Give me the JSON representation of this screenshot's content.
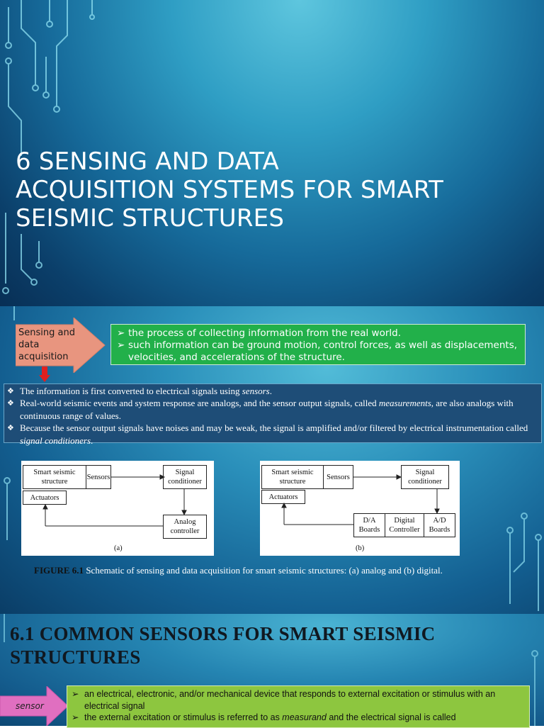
{
  "slide1": {
    "title_line1": "6 SENSING AND DATA",
    "title_line2": "ACQUISITION SYSTEMS FOR SMART",
    "title_line3": "SEISMIC STRUCTURES"
  },
  "slide2": {
    "label": "Sensing and data acquisition",
    "green_items": [
      "the process of collecting information from the real world.",
      "such information can be ground motion, control forces, as well as displacements, velocities, and accelerations of the structure."
    ],
    "blue_items": [
      {
        "pre": "The information is first converted to electrical signals using ",
        "em": "sensors",
        "post": "."
      },
      {
        "pre": "Real-world seismic events and system response are analogs, and the sensor output signals, called ",
        "em": "measurements",
        "post": ", are also analogs with continuous range of values."
      },
      {
        "pre": "Because the sensor output signals have noises and may be weak, the signal is amplified and/or filtered by electrical instrumentation called ",
        "em": "signal conditioners",
        "post": "."
      }
    ],
    "fig_a": {
      "structure": "Smart seismic structure",
      "sensors": "Sensors",
      "signal_conditioner": "Signal conditioner",
      "actuators": "Actuators",
      "controller": "Analog controller",
      "label": "(a)"
    },
    "fig_b": {
      "structure": "Smart seismic structure",
      "sensors": "Sensors",
      "signal_conditioner": "Signal conditioner",
      "actuators": "Actuators",
      "da": "D/A Boards",
      "controller": "Digital Controller",
      "ad": "A/D Boards",
      "label": "(b)"
    },
    "caption_bold": "FIGURE 6.1",
    "caption_text": " Schematic of sensing and data acquisition for smart seismic structures: (a) analog and (b) digital."
  },
  "slide3": {
    "title_line1": "6.1 COMMON SENSORS FOR SMART SEISMIC",
    "title_line2": "STRUCTURES",
    "label": "sensor",
    "item1": "an electrical, electronic, and/or mechanical device that responds to external excitation or stimulus with an electrical signal",
    "item2_pre": "the external excitation or stimulus is referred to as ",
    "item2_em": "measurand",
    "item2_post": " and the electrical signal is called"
  },
  "icons": {
    "arrow_bullet": "➢",
    "diamond_bullet": "❖"
  },
  "colors": {
    "green_box": "#22b04a",
    "blue_box": "#1e4d77",
    "salmon_arrow": "#e8957f",
    "pink_arrow": "#e06fc0",
    "lime_box": "#8dc63f",
    "red_arrow": "#e02020"
  }
}
